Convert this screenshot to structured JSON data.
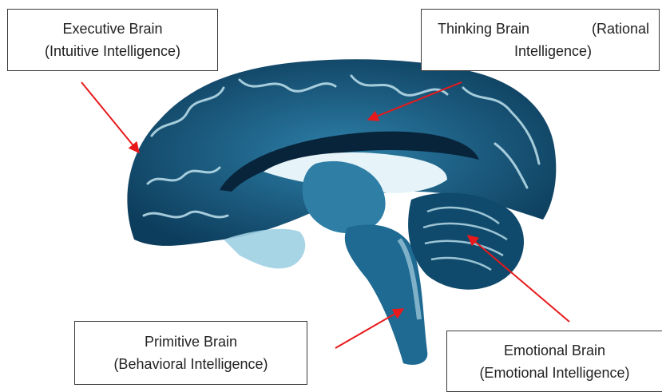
{
  "colors": {
    "arrow": "#e8191b",
    "brain_dark": "#0d3d5c",
    "brain_mid": "#1f6f9a",
    "brain_light": "#bfe2ee",
    "box_border": "#3a3a3a",
    "text": "#222222"
  },
  "image": {
    "subject": "brain-sagittal-section"
  },
  "labels": {
    "executive": {
      "line1": "Executive Brain",
      "line2": "(Intuitive Intelligence)"
    },
    "thinking": {
      "line1a": "Thinking Brain",
      "line1b": "(Rational",
      "line2": "Intelligence)"
    },
    "primitive": {
      "line1": "Primitive Brain",
      "line2": "(Behavioral Intelligence)"
    },
    "emotional": {
      "line1": "Emotional Brain",
      "line2": "(Emotional Intelligence)"
    }
  }
}
